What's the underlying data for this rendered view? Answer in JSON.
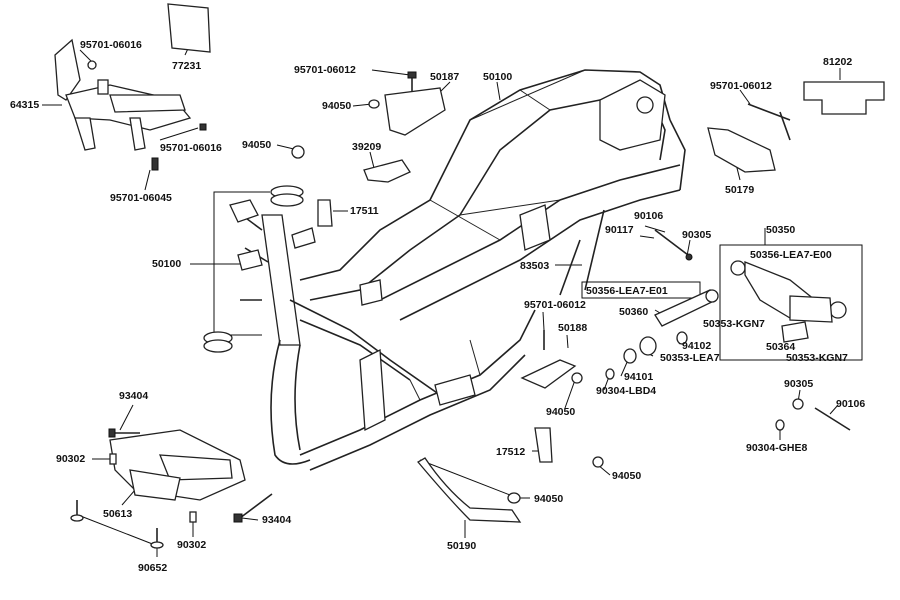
{
  "diagram": {
    "labels": [
      {
        "id": "l1",
        "text": "95701-06016"
      },
      {
        "id": "l2",
        "text": "77231"
      },
      {
        "id": "l3",
        "text": "64315"
      },
      {
        "id": "l4",
        "text": "95701-06016"
      },
      {
        "id": "l5",
        "text": "95701-06045"
      },
      {
        "id": "l6",
        "text": "95701-06012"
      },
      {
        "id": "l7",
        "text": "50187"
      },
      {
        "id": "l8",
        "text": "50100"
      },
      {
        "id": "l9",
        "text": "94050"
      },
      {
        "id": "l10",
        "text": "94050"
      },
      {
        "id": "l11",
        "text": "39209"
      },
      {
        "id": "l12",
        "text": "17511"
      },
      {
        "id": "l13",
        "text": "50100"
      },
      {
        "id": "l14",
        "text": "95701-06012"
      },
      {
        "id": "l15",
        "text": "81202"
      },
      {
        "id": "l16",
        "text": "50179"
      },
      {
        "id": "l17",
        "text": "90106"
      },
      {
        "id": "l18",
        "text": "90117"
      },
      {
        "id": "l19",
        "text": "90305"
      },
      {
        "id": "l20",
        "text": "50350"
      },
      {
        "id": "l21",
        "text": "50356-LEA7-E00"
      },
      {
        "id": "l22",
        "text": "83503"
      },
      {
        "id": "l23",
        "text": "50356-LEA7-E01"
      },
      {
        "id": "l24",
        "text": "50360"
      },
      {
        "id": "l25",
        "text": "95701-06012"
      },
      {
        "id": "l26",
        "text": "50188"
      },
      {
        "id": "l27",
        "text": "94102"
      },
      {
        "id": "l28",
        "text": "50353-KGN7"
      },
      {
        "id": "l29",
        "text": "50364"
      },
      {
        "id": "l30",
        "text": "50353-LEA7"
      },
      {
        "id": "l31",
        "text": "50353-KGN7"
      },
      {
        "id": "l32",
        "text": "94101"
      },
      {
        "id": "l33",
        "text": "90304-LBD4"
      },
      {
        "id": "l34",
        "text": "93404"
      },
      {
        "id": "l35",
        "text": "94050"
      },
      {
        "id": "l36",
        "text": "90305"
      },
      {
        "id": "l37",
        "text": "90106"
      },
      {
        "id": "l38",
        "text": "90302"
      },
      {
        "id": "l39",
        "text": "17512"
      },
      {
        "id": "l40",
        "text": "90304-GHE8"
      },
      {
        "id": "l41",
        "text": "94050"
      },
      {
        "id": "l42",
        "text": "94050"
      },
      {
        "id": "l43",
        "text": "50613"
      },
      {
        "id": "l44",
        "text": "93404"
      },
      {
        "id": "l45",
        "text": "90302"
      },
      {
        "id": "l46",
        "text": "50190"
      },
      {
        "id": "l47",
        "text": "90652"
      }
    ]
  }
}
